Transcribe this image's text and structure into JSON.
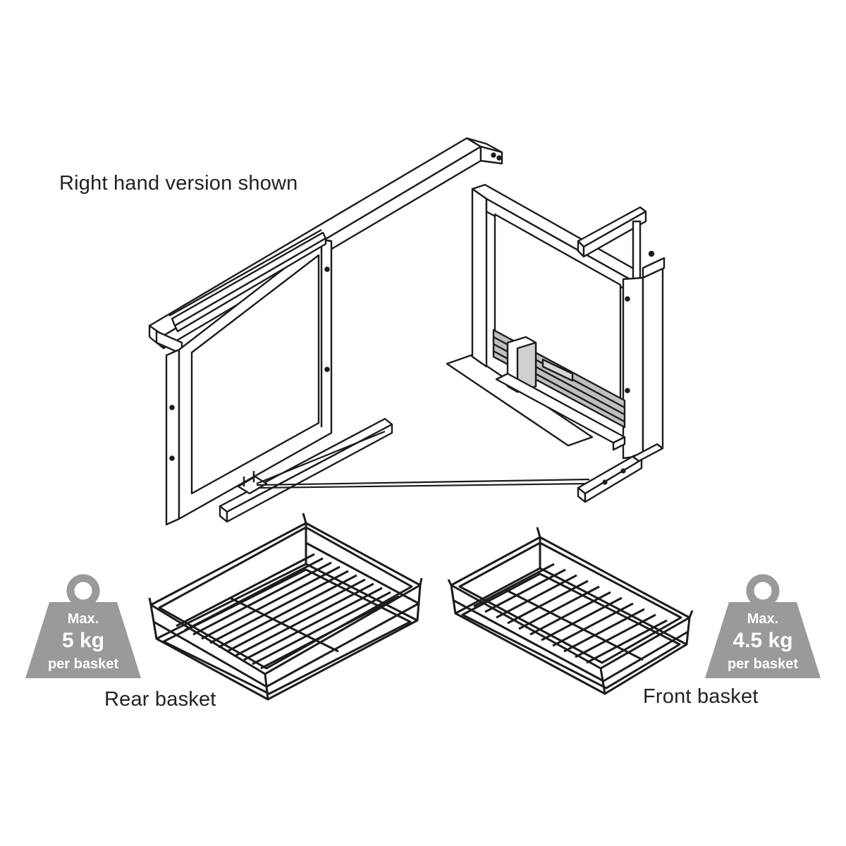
{
  "caption": "Right hand version shown",
  "rear_basket": {
    "label": "Rear basket"
  },
  "front_basket": {
    "label": "Front basket"
  },
  "weight_rear": {
    "line1": "Max.",
    "line2": "5 kg",
    "line3": "per basket"
  },
  "weight_front": {
    "line1": "Max.",
    "line2": "4.5 kg",
    "line3": "per basket"
  },
  "colors": {
    "line": "#1c1c1c",
    "weight": "#9a9a9a",
    "background": "#ffffff"
  }
}
